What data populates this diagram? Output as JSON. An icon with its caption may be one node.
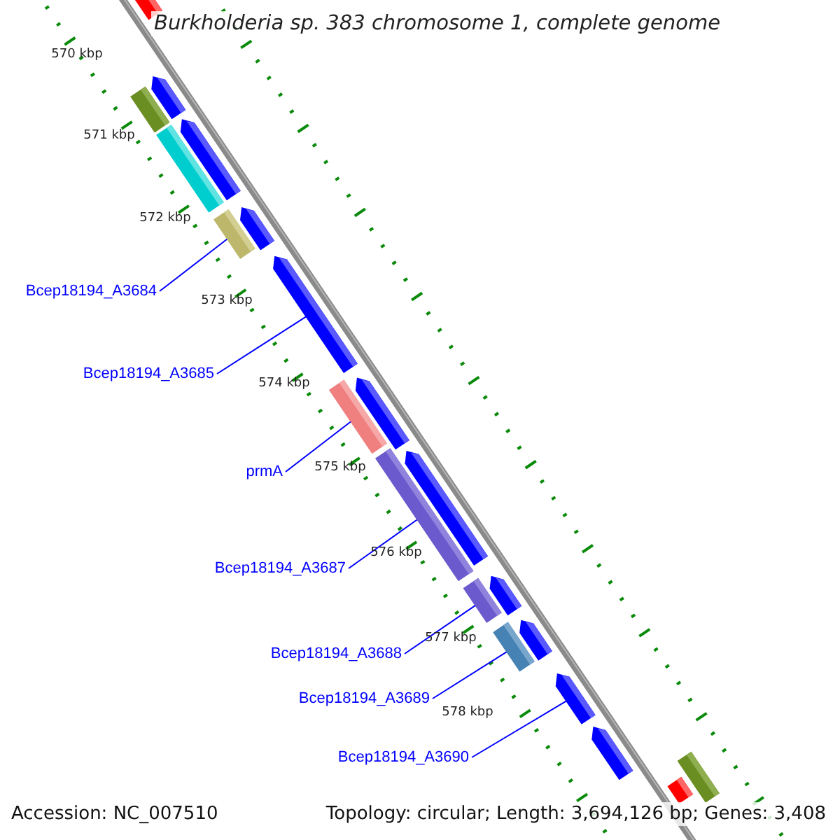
{
  "diagram": {
    "title": "Burkholderia sp. 383 chromosome 1, complete genome",
    "nodes": [
      {
        "text": [
          "Bcep18194_A3684"
        ]
      },
      {
        "text": [
          "Bcep18194_A3685"
        ]
      },
      {
        "text": [
          "prmA"
        ]
      },
      {
        "text": [
          "Bcep18194_A3687"
        ]
      },
      {
        "text": [
          "Bcep18194_A3688"
        ]
      },
      {
        "text": [
          "Bcep18194_A3689"
        ]
      },
      {
        "text": [
          "Bcep18194_A3690"
        ]
      },
      {
        "text": [],
        "shape": "bar"
      },
      {
        "text": [],
        "shape": "arrow"
      },
      {
        "text": [],
        "shape": "bar"
      },
      {
        "text": [],
        "shape": "bar"
      },
      {
        "text": [],
        "shape": "arrow"
      },
      {
        "text": [],
        "shape": "bar"
      },
      {
        "text": [],
        "shape": "arrow"
      },
      {
        "text": [],
        "shape": "arrow"
      },
      {
        "text": [],
        "shape": "bar"
      },
      {
        "text": [],
        "shape": "arrow"
      },
      {
        "text": [],
        "shape": "bar"
      },
      {
        "text": [],
        "shape": "arrow"
      },
      {
        "text": [],
        "shape": "bar"
      },
      {
        "text": [],
        "shape": "arrow"
      },
      {
        "text": [],
        "shape": "bar"
      },
      {
        "text": [],
        "shape": "arrow"
      },
      {
        "text": [],
        "shape": "arrow"
      },
      {
        "text": [],
        "shape": "arrow"
      },
      {
        "text": [],
        "shape": "bar"
      },
      {
        "text": [],
        "shape": "bar"
      }
    ],
    "edges": [
      {
        "from": 0,
        "to": 12,
        "arrow": "none"
      },
      {
        "from": 1,
        "to": 14,
        "arrow": "none"
      },
      {
        "from": 2,
        "to": 15,
        "arrow": "none"
      },
      {
        "from": 3,
        "to": 17,
        "arrow": "none"
      },
      {
        "from": 4,
        "to": 19,
        "arrow": "none"
      },
      {
        "from": 5,
        "to": 21,
        "arrow": "none"
      },
      {
        "from": 6,
        "to": 23,
        "arrow": "none"
      }
    ],
    "labels": [
      "570 kbp",
      "571 kbp",
      "572 kbp",
      "573 kbp",
      "574 kbp",
      "575 kbp",
      "576 kbp",
      "577 kbp",
      "578 kbp",
      "Accession: NC_007510",
      "Topology: circular; Length: 3,694,126 bp; Genes: 3,408"
    ]
  }
}
